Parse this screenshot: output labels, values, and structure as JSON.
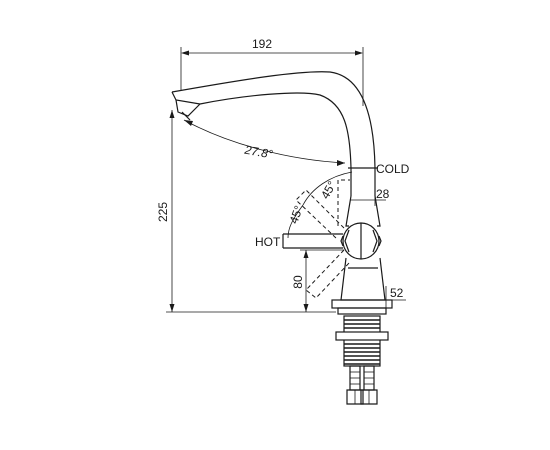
{
  "dimensions": {
    "width_top": "192",
    "spout_angle": "27.8°",
    "cold_label": "COLD",
    "hot_label": "HOT",
    "handle_offset": "28",
    "angle_cold": "45°",
    "angle_hot": "45°",
    "total_height": "225",
    "handle_height": "80",
    "base_width": "52"
  }
}
